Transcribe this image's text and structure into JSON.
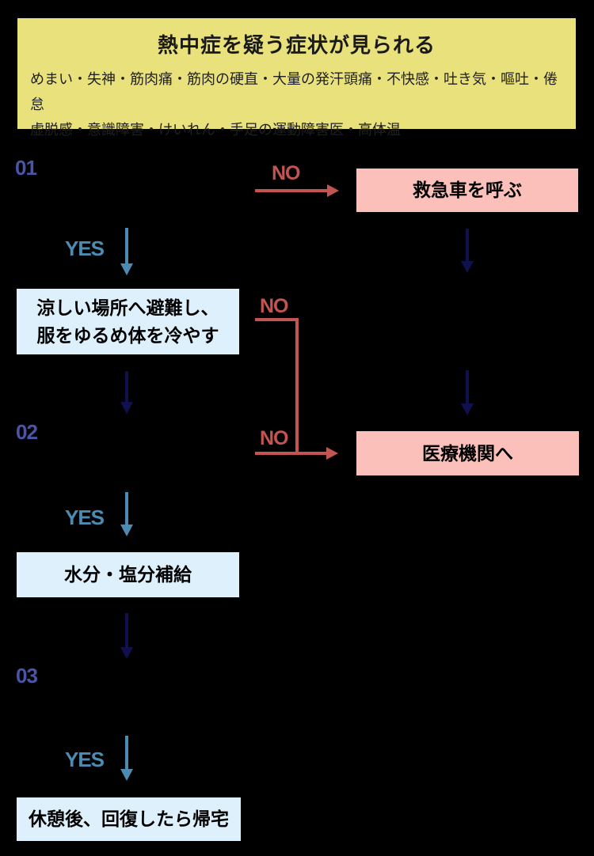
{
  "header": {
    "title": "熱中症を疑う症状が見られる",
    "symptoms_line1": "めまい・失神・筋肉痛・筋肉の硬直・大量の発汗頭痛・不快感・吐き気・嘔吐・倦怠",
    "symptoms_line2": "虚脱感・意識障害・けいれん・手足の運動障害医・高体温"
  },
  "steps": [
    {
      "id": "01"
    },
    {
      "id": "02"
    },
    {
      "id": "03"
    }
  ],
  "labels": {
    "yes": "YES",
    "no": "NO"
  },
  "boxes": {
    "call_ambulance": "救急車を呼ぶ",
    "medical_institution": "医療機関へ",
    "cool_down_line1": "涼しい場所へ避難し、",
    "cool_down_line2": "服をゆるめ体を冷やす",
    "hydration": "水分・塩分補給",
    "go_home": "休憩後、回復したら帰宅"
  },
  "colors": {
    "background": "#000000",
    "header_bg": "#e9e17c",
    "pink_box": "#fcc0ba",
    "blue_box": "#def0fb",
    "navy_arrow": "#10104f",
    "yes_blue": "#4c8bb2",
    "no_red": "#c25551",
    "step_label": "#4a55a8",
    "box_text": "#000000"
  }
}
